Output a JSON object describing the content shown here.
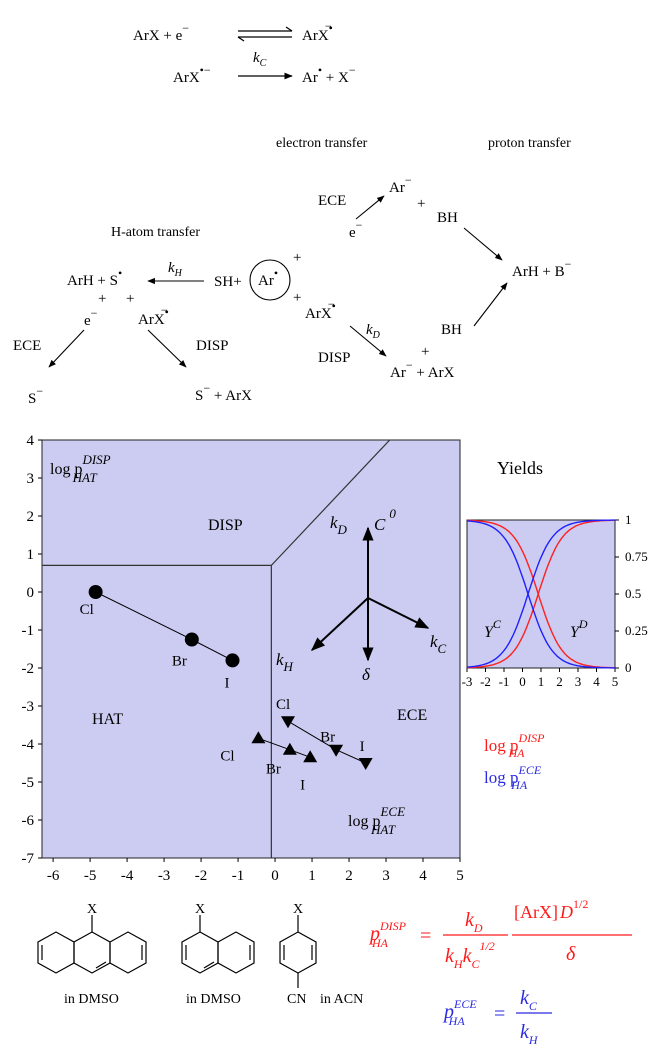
{
  "scheme": {
    "eq1_left": "ArX + e",
    "eq1_right": "ArX",
    "eq2_left": "ArX",
    "eq2_k": "k",
    "eq2_k_sub": "C",
    "eq2_right": "Ar + X",
    "electron_transfer": "electron transfer",
    "proton_transfer": "proton transfer",
    "h_atom_transfer": "H-atom transfer",
    "ece_top": "ECE",
    "ece_left": "ECE",
    "disp_left": "DISP",
    "disp_right": "DISP",
    "ar_top": "Ar",
    "bh_top": "BH",
    "bh_bottom": "BH",
    "arh_b": "ArH + B",
    "arh_s": "ArH + S",
    "kh": "k",
    "kh_sub": "H",
    "sh": "SH",
    "ar_circle": "Ar",
    "e_top": "e",
    "e_left": "e",
    "arx_mid": "ArX",
    "arx_left": "ArX",
    "kd": "k",
    "kd_sub": "D",
    "ar_arx": "Ar",
    "ar_arx_tail": " + ArX",
    "s_minus": "S",
    "s_arx": "S",
    "s_arx_tail": " + ArX",
    "plus": "+"
  },
  "zone_diagram": {
    "ylabel_disp": "log p",
    "ylabel_disp_sup": "DISP",
    "ylabel_disp_sub": "HAT",
    "label_ece_corner": "log p",
    "label_ece_corner_sup": "ECE",
    "label_ece_corner_sub": "HAT",
    "zone_disp": "DISP",
    "zone_hat": "HAT",
    "zone_ece": "ECE",
    "axis_kd": "k",
    "axis_kd_sub": "D",
    "axis_c0": "C",
    "axis_c0_sup": "0",
    "axis_kh": "k",
    "axis_kh_sub": "H",
    "axis_delta": "δ",
    "axis_kc": "k",
    "axis_kc_sub": "C",
    "fill_color": "#ccccf2"
  },
  "yields": {
    "title": "Yields",
    "yc": "Y",
    "yc_sup": "C",
    "yd": "Y",
    "yd_sup": "D",
    "legend_red": "log p",
    "legend_red_sup": "DISP",
    "legend_red_sub": "HA",
    "legend_blue": "log p",
    "legend_blue_sup": "ECE",
    "legend_blue_sub": "HA",
    "red_color": "#ff2020",
    "blue_color": "#2020ff"
  },
  "structures": {
    "x1": "X",
    "x2": "X",
    "x3": "X",
    "cn": "CN",
    "dmso1": "in DMSO",
    "dmso2": "in DMSO",
    "acn": "in ACN"
  },
  "equations": {
    "p": "p",
    "disp_sup": "DISP",
    "ha_sub": "HA",
    "ece_sup": "ECE",
    "kD": "k",
    "kD_sub": "D",
    "kH": "k",
    "kH_sub": "H",
    "kC": "k",
    "kC_sub": "C",
    "half": "1/2",
    "arx_conc": "[ArX]",
    "D": "D",
    "delta": "δ",
    "eq": "="
  },
  "chart_data": [
    {
      "type": "scatter",
      "x_ticks": [
        "-6",
        "-5",
        "-4",
        "-3",
        "-2",
        "-1",
        "0",
        "1",
        "2",
        "3",
        "4",
        "5"
      ],
      "y_ticks": [
        "4",
        "3",
        "2",
        "1",
        "0",
        "-1",
        "-2",
        "-3",
        "-4",
        "-5",
        "-6",
        "-7"
      ],
      "xlim": [
        -6.3,
        5
      ],
      "ylim": [
        -7,
        4
      ],
      "boundaries": {
        "horizontal_y": 0.7,
        "vertical_x": -0.1,
        "diagonal": [
          [
            -0.1,
            0.7
          ],
          [
            3.1,
            4
          ]
        ]
      },
      "series": [
        {
          "marker": "circle",
          "points": [
            {
              "x": -4.85,
              "y": 0.0,
              "label": "Cl"
            },
            {
              "x": -2.25,
              "y": -1.25,
              "label": "Br"
            },
            {
              "x": -1.15,
              "y": -1.8,
              "label": "I"
            }
          ]
        },
        {
          "marker": "triangle-down",
          "points": [
            {
              "x": 0.35,
              "y": -3.4,
              "label": "Cl"
            },
            {
              "x": 1.65,
              "y": -4.15,
              "label": "Br"
            },
            {
              "x": 2.45,
              "y": -4.5,
              "label": "I"
            }
          ]
        },
        {
          "marker": "triangle-up",
          "points": [
            {
              "x": -0.45,
              "y": -3.85,
              "label": "Cl"
            },
            {
              "x": 0.4,
              "y": -4.15,
              "label": "Br"
            },
            {
              "x": 0.95,
              "y": -4.35,
              "label": "I"
            }
          ]
        }
      ]
    },
    {
      "type": "line",
      "x_ticks": [
        "-3",
        "-2",
        "-1",
        "0",
        "1",
        "2",
        "3",
        "4",
        "5"
      ],
      "y_ticks": [
        "1",
        "0.75",
        "0.5",
        "0.25",
        "0"
      ],
      "xlim": [
        -3,
        5
      ],
      "ylim": [
        0,
        1
      ],
      "series": [
        {
          "color": "red",
          "curve": "rising",
          "midpoint": 0.85
        },
        {
          "color": "red",
          "curve": "falling",
          "midpoint": 0.85
        },
        {
          "color": "blue",
          "curve": "rising",
          "midpoint": 0.3
        },
        {
          "color": "blue",
          "curve": "falling",
          "midpoint": 0.3
        }
      ]
    }
  ]
}
